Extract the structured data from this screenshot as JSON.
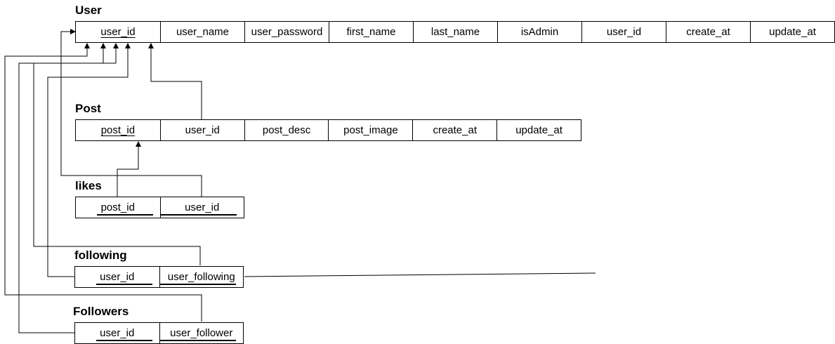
{
  "tables": {
    "user": {
      "title": "User",
      "columns": [
        "user_id",
        "user_name",
        "user_password",
        "first_name",
        "last_name",
        "isAdmin",
        "user_id",
        "create_at",
        "update_at"
      ]
    },
    "post": {
      "title": "Post",
      "columns": [
        "post_id",
        "user_id",
        "post_desc",
        "post_image",
        "create_at",
        "update_at"
      ]
    },
    "likes": {
      "title": "likes",
      "columns": [
        "post_id",
        "user_id"
      ]
    },
    "following": {
      "title": "following",
      "columns": [
        "user_id",
        "user_following"
      ]
    },
    "followers": {
      "title": "Followers",
      "columns": [
        "user_id",
        "user_follower"
      ]
    }
  }
}
